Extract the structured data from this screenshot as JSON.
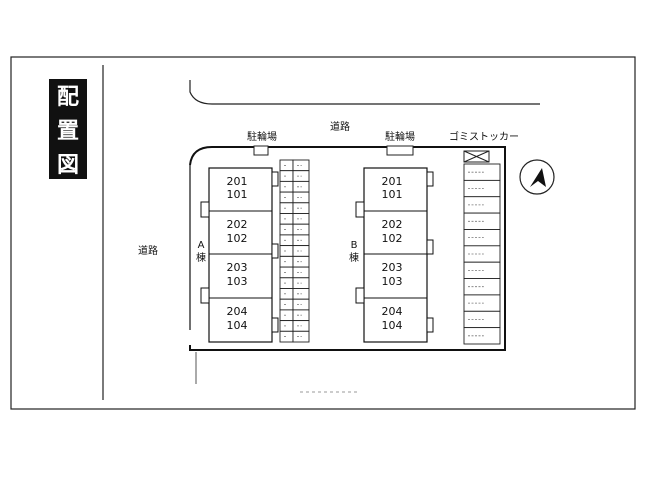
{
  "title": "配置図",
  "road_labels": {
    "top": "道路",
    "left": "道路"
  },
  "bike_parking_label": "駐輪場",
  "garbage_label": "ゴミストッカー",
  "buildings": [
    {
      "name": "A棟",
      "letter": "A",
      "suffix": "棟",
      "floors": [
        {
          "upper": "201",
          "lower": "101"
        },
        {
          "upper": "202",
          "lower": "102"
        },
        {
          "upper": "203",
          "lower": "103"
        },
        {
          "upper": "204",
          "lower": "104"
        }
      ]
    },
    {
      "name": "B棟",
      "letter": "B",
      "suffix": "棟",
      "floors": [
        {
          "upper": "201",
          "lower": "101"
        },
        {
          "upper": "202",
          "lower": "102"
        },
        {
          "upper": "203",
          "lower": "103"
        },
        {
          "upper": "204",
          "lower": "104"
        }
      ]
    }
  ],
  "icons": {
    "north": "north-arrow-icon",
    "garbage": "garbage-stocker-icon"
  }
}
